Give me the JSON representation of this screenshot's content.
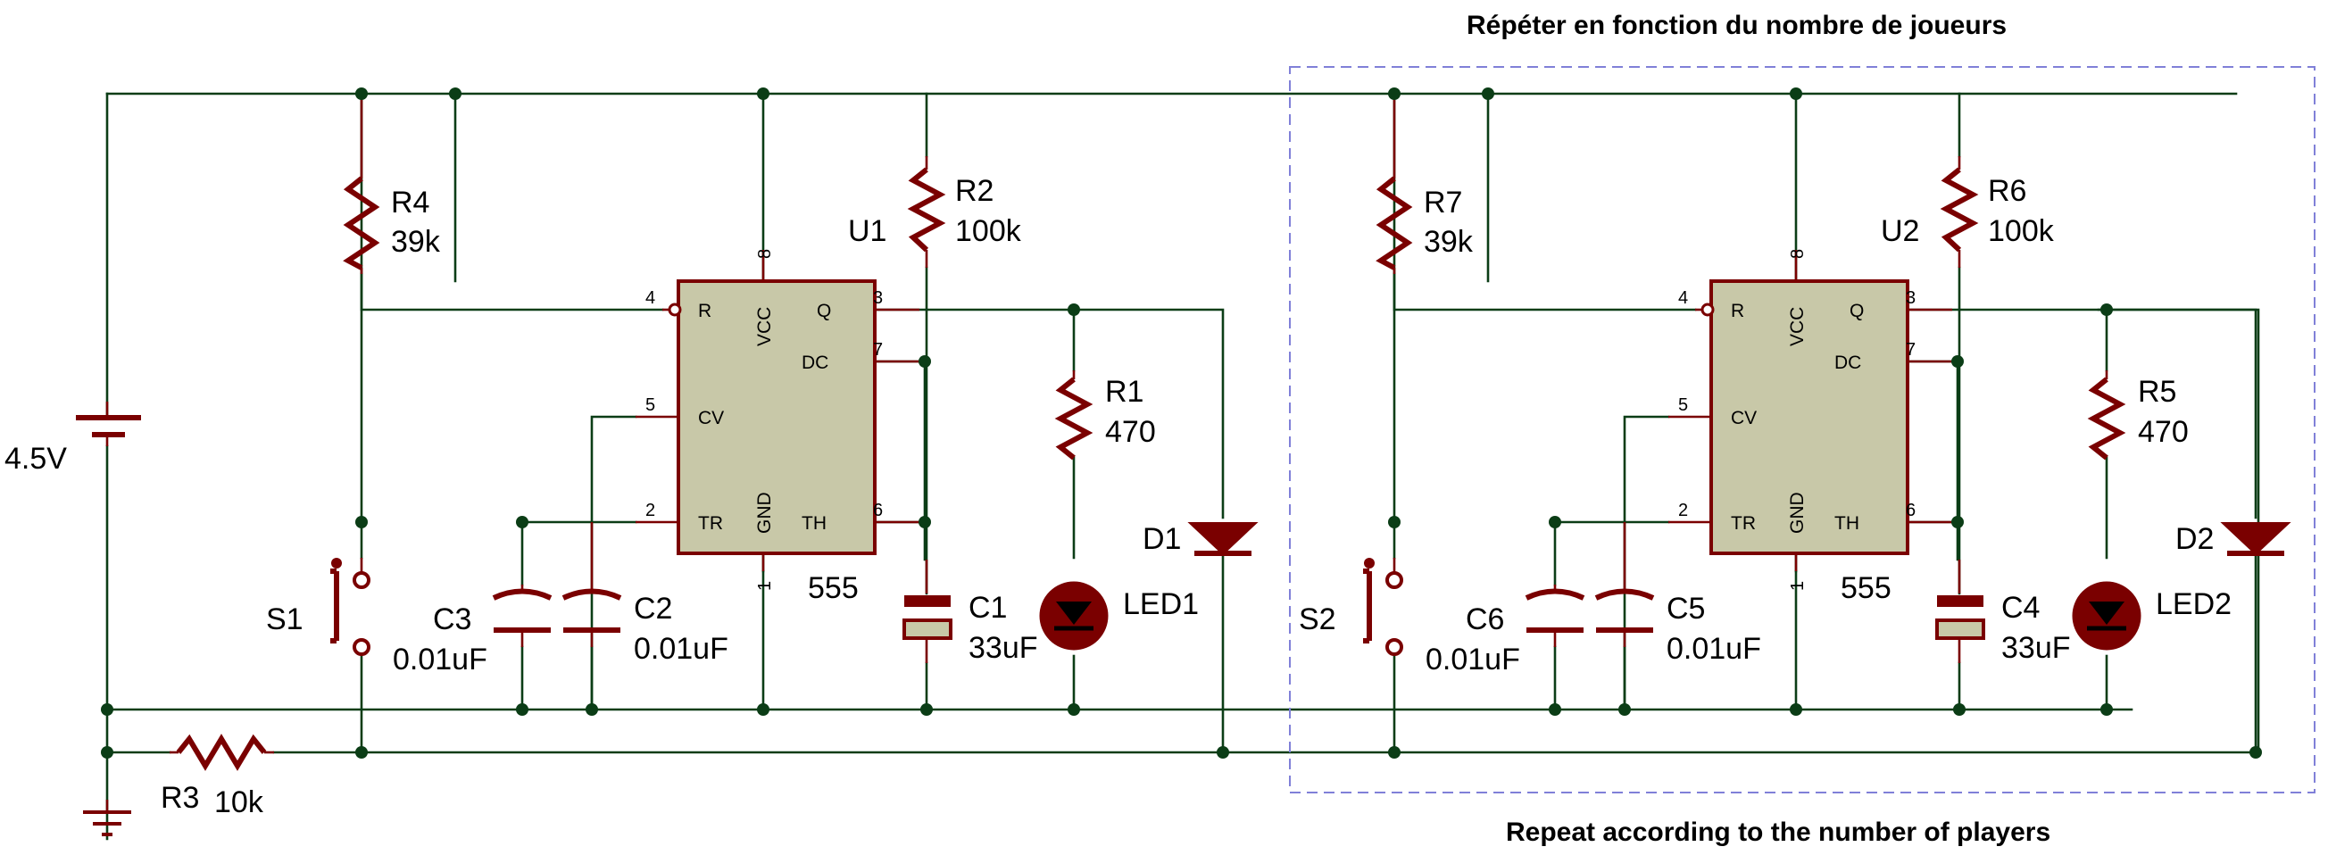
{
  "captions": {
    "top": "Répéter en fonction du nombre de joueurs",
    "bottom": "Repeat according to the number of players"
  },
  "battery": {
    "value": "4.5V"
  },
  "r3": {
    "ref": "R3",
    "value": "10k"
  },
  "stage1": {
    "u_ref": "U1",
    "u_part": "555",
    "rtop_ref": "R4",
    "rtop_val": "39k",
    "rtim_ref": "R2",
    "rtim_val": "100k",
    "rled_ref": "R1",
    "rled_val": "470",
    "diode_ref": "D1",
    "led_ref": "LED1",
    "switch_ref": "S1",
    "capA_ref": "C3",
    "capA_val": "0.01uF",
    "capB_ref": "C2",
    "capB_val": "0.01uF",
    "capT_ref": "C1",
    "capT_val": "33uF"
  },
  "stage2": {
    "u_ref": "U2",
    "u_part": "555",
    "rtop_ref": "R7",
    "rtop_val": "39k",
    "rtim_ref": "R6",
    "rtim_val": "100k",
    "rled_ref": "R5",
    "rled_val": "470",
    "diode_ref": "D2",
    "led_ref": "LED2",
    "switch_ref": "S2",
    "capA_ref": "C6",
    "capA_val": "0.01uF",
    "capB_ref": "C5",
    "capB_val": "0.01uF",
    "capT_ref": "C4",
    "capT_val": "33uF"
  },
  "ic_pins": {
    "r": "R",
    "vcc": "VCC",
    "q": "Q",
    "dc": "DC",
    "cv": "CV",
    "tr": "TR",
    "gnd": "GND",
    "th": "TH",
    "n4": "4",
    "n8": "8",
    "n3": "3",
    "n7": "7",
    "n5": "5",
    "n2": "2",
    "n1": "1",
    "n6": "6"
  }
}
